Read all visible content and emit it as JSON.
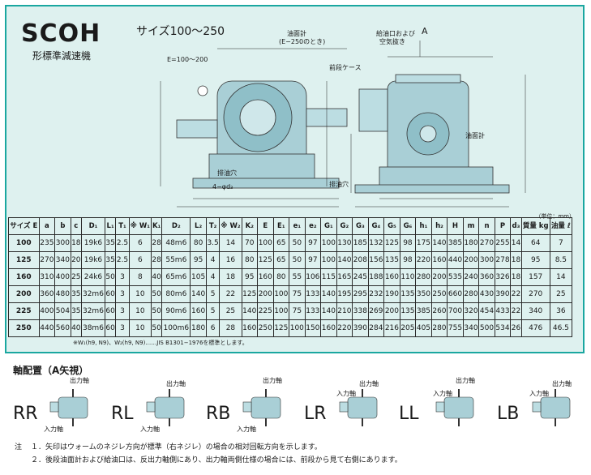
{
  "header": {
    "model": "SCOH",
    "type": "形標準減速機",
    "sizes": "サイズ100〜250"
  },
  "drawing": {
    "label_oil_gauge": "油面計",
    "label_oil_gauge_note": "(E−250のとき)",
    "label_oil_inlet": "給油口および",
    "label_air_vent": "空気抜き",
    "label_front_case": "前段ケース",
    "label_oil_gauge_right": "油面計",
    "label_drain_left": "排油穴",
    "label_drain_right": "排油穴",
    "label_arrow_a": "A",
    "label_bolt": "4−φd₃",
    "label_plug_note": "E=100〜200",
    "unit_note": "（単位：mm）"
  },
  "table": {
    "headers": [
      "サイズ E",
      "a",
      "b",
      "c",
      "D₁",
      "L₁",
      "T₁",
      "※ W₁",
      "K₁",
      "D₂",
      "L₂",
      "T₂",
      "※ W₂",
      "K₂",
      "E",
      "E₁",
      "e₁",
      "e₂",
      "G₁",
      "G₂",
      "G₃",
      "G₄",
      "G₅",
      "G₆",
      "h₁",
      "h₂",
      "H",
      "m",
      "n",
      "P",
      "d₃",
      "質量 kg",
      "油量 ℓ"
    ],
    "rows": [
      [
        "100",
        "235",
        "300",
        "18",
        "19k6",
        "35",
        "2.5",
        "6",
        "28",
        "48m6",
        "80",
        "3.5",
        "14",
        "70",
        "100",
        "65",
        "50",
        "97",
        "100",
        "130",
        "185",
        "132",
        "125",
        "98",
        "175",
        "140",
        "385",
        "180",
        "270",
        "255",
        "14",
        "64",
        "7"
      ],
      [
        "125",
        "270",
        "340",
        "20",
        "19k6",
        "35",
        "2.5",
        "6",
        "28",
        "55m6",
        "95",
        "4",
        "16",
        "80",
        "125",
        "65",
        "50",
        "97",
        "100",
        "140",
        "208",
        "156",
        "135",
        "98",
        "220",
        "160",
        "440",
        "200",
        "300",
        "278",
        "18",
        "95",
        "8.5"
      ],
      [
        "160",
        "310",
        "400",
        "25",
        "24k6",
        "50",
        "3",
        "8",
        "40",
        "65m6",
        "105",
        "4",
        "18",
        "95",
        "160",
        "80",
        "55",
        "106",
        "115",
        "165",
        "245",
        "188",
        "160",
        "110",
        "280",
        "200",
        "535",
        "240",
        "360",
        "326",
        "18",
        "157",
        "14"
      ],
      [
        "200",
        "360",
        "480",
        "35",
        "32m6",
        "60",
        "3",
        "10",
        "50",
        "80m6",
        "140",
        "5",
        "22",
        "125",
        "200",
        "100",
        "75",
        "133",
        "140",
        "195",
        "295",
        "232",
        "190",
        "135",
        "350",
        "250",
        "660",
        "280",
        "430",
        "390",
        "22",
        "270",
        "25"
      ],
      [
        "225",
        "400",
        "504",
        "35",
        "32m6",
        "60",
        "3",
        "10",
        "50",
        "90m6",
        "160",
        "5",
        "25",
        "140",
        "225",
        "100",
        "75",
        "133",
        "140",
        "210",
        "338",
        "269",
        "200",
        "135",
        "385",
        "260",
        "700",
        "320",
        "454",
        "433",
        "22",
        "340",
        "36"
      ],
      [
        "250",
        "440",
        "560",
        "40",
        "38m6",
        "60",
        "3",
        "10",
        "50",
        "100m6",
        "180",
        "6",
        "28",
        "160",
        "250",
        "125",
        "100",
        "150",
        "160",
        "220",
        "390",
        "284",
        "216",
        "205",
        "405",
        "280",
        "755",
        "340",
        "500",
        "534",
        "26",
        "476",
        "46.5"
      ]
    ]
  },
  "footnote": "※W₁(h9, N9)、W₂(h9, N9)……JIS B1301−1976を標準とします。",
  "arrangement": {
    "title": "軸配置（A矢視）",
    "output_label": "出力軸",
    "input_label": "入力軸",
    "codes": [
      "RR",
      "RL",
      "RB",
      "LR",
      "LL",
      "LB"
    ]
  },
  "notes": {
    "prefix": "注",
    "items": [
      "１．矢印はウォームのネジレ方向が標準（右ネジレ）の場合の相対回転方向を示します。",
      "２．後段油面計および給油口は、反出力軸側にあり、出力軸両側仕様の場合には、前段から見て右側にあります。"
    ]
  },
  "colors": {
    "panel_bg": "#def1ef",
    "panel_border": "#1aa7a0",
    "machine": "#a9cfd6",
    "machine_dark": "#6f9ea8"
  }
}
